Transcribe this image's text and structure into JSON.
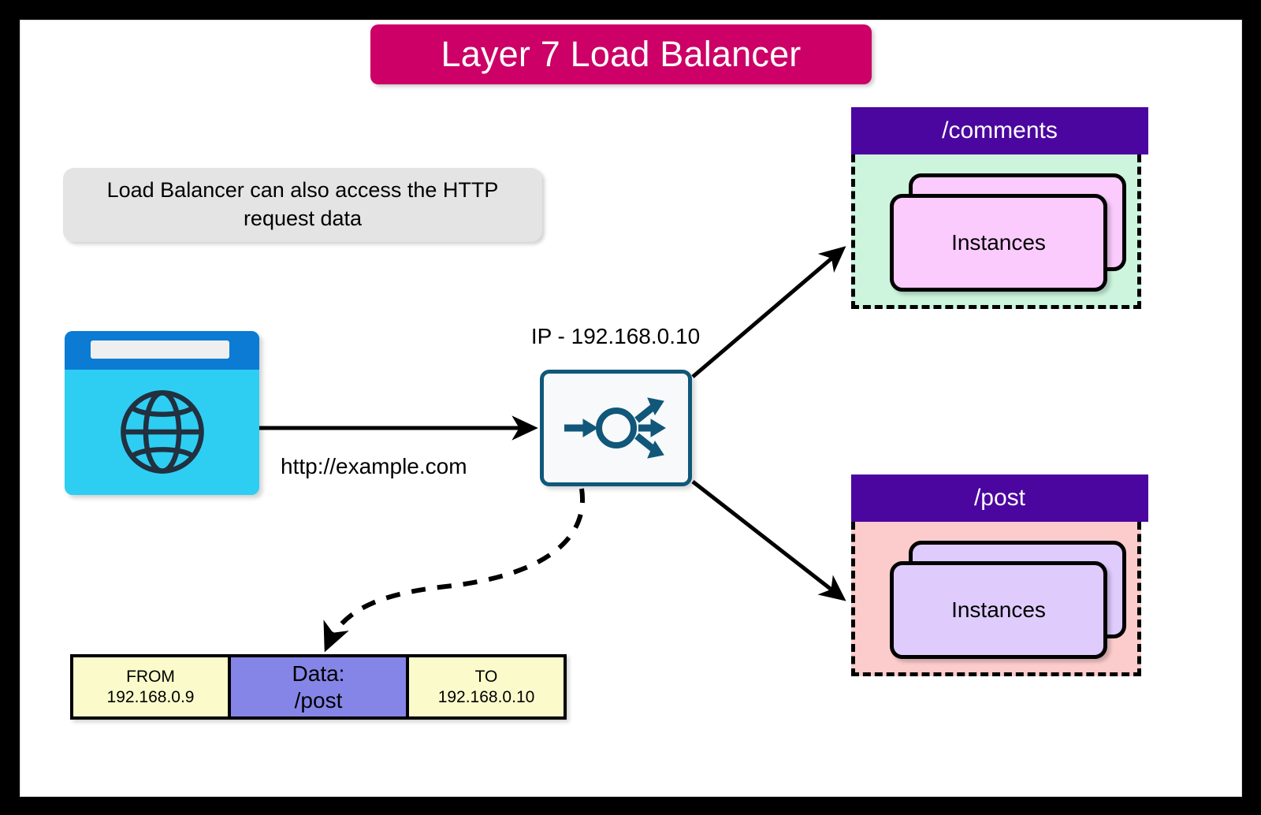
{
  "title": {
    "label": "Layer 7 Load Balancer",
    "color": "#CC0066"
  },
  "note": {
    "text": "Load Balancer can also access the HTTP request data",
    "background": "#E4E4E4"
  },
  "client": {
    "icon": "browser-window-icon",
    "inner_icon": "globe-icon",
    "titlebar_color": "#0B7BD4",
    "body_color": "#2ECEF3"
  },
  "request": {
    "url_label": "http://example.com"
  },
  "load_balancer": {
    "icon": "load-balancer-icon",
    "ip_label": "IP - 192.168.0.10",
    "accent_color": "#10577A",
    "fill_color": "#F8F9FA"
  },
  "target_groups": [
    {
      "path": "/comments",
      "header_color": "#4B069F",
      "body_color": "#CDF5DE",
      "instance_color": "#FBCBFD",
      "instance_label": "Instances"
    },
    {
      "path": "/post",
      "header_color": "#4B069F",
      "body_color": "#FCCCCC",
      "instance_color": "#DFCCFC",
      "instance_label": "Instances"
    }
  ],
  "packet": {
    "cells": [
      {
        "name": "from",
        "label": "FROM",
        "value": "192.168.0.9",
        "color": "#FBFACB"
      },
      {
        "name": "data",
        "label": "Data:",
        "value": "/post",
        "color": "#8585E8"
      },
      {
        "name": "to",
        "label": "TO",
        "value": "192.168.0.10",
        "color": "#FBFACB"
      }
    ]
  }
}
